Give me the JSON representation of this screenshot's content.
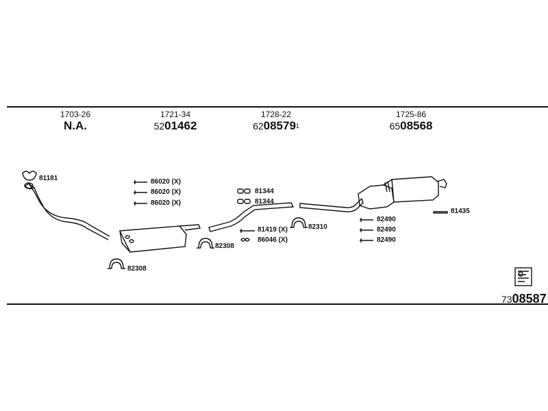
{
  "headers": [
    {
      "section": "1703-26",
      "part_prefix": "",
      "part_main": "N.A.",
      "suffix": ""
    },
    {
      "section": "1721-34",
      "part_prefix": "52",
      "part_main": "01462",
      "suffix": ""
    },
    {
      "section": "1728-22",
      "part_prefix": "62",
      "part_main": "08579",
      "suffix": "1"
    },
    {
      "section": "1725-86",
      "part_prefix": "65",
      "part_main": "08568",
      "suffix": ""
    }
  ],
  "labels": {
    "l81181": "81181",
    "l86020a": "86020 (X)",
    "l86020b": "86020 (X)",
    "l86020c": "86020 (X)",
    "l82308a": "82308",
    "l82308b": "82308",
    "l81344a": "81344",
    "l81344b": "81344",
    "l81419": "81419 (X)",
    "l86046": "86046 (X)",
    "l82310": "82310",
    "l82490a": "82490",
    "l82490b": "82490",
    "l82490c": "82490",
    "l81435": "81435"
  },
  "bottom_code": {
    "prefix": "73",
    "main": "08587"
  }
}
